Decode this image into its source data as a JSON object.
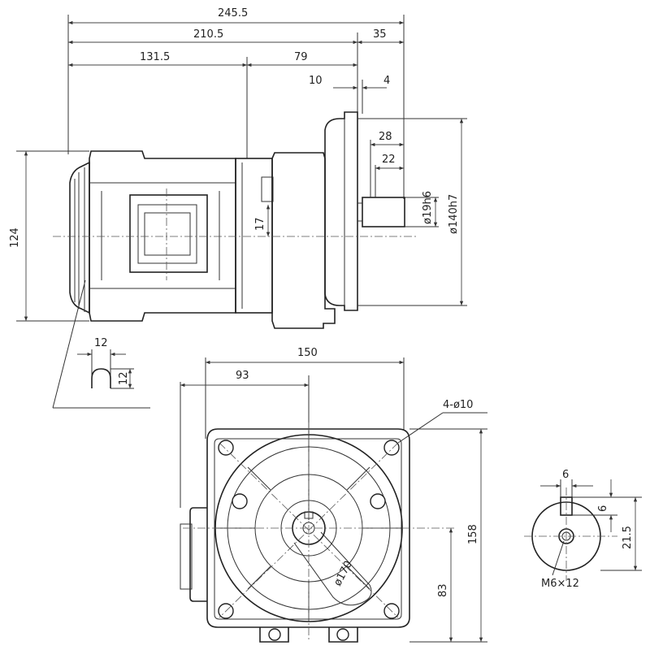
{
  "dimensions": {
    "overall_length": "245.5",
    "length_210": "210.5",
    "length_35": "35",
    "length_131": "131.5",
    "length_79": "79",
    "length_10": "10",
    "length_4": "4",
    "length_28": "28",
    "length_22": "22",
    "shaft_dia": "ø19h6",
    "pilot_dia": "ø140h7",
    "height_124": "124",
    "offset_17": "17",
    "detail_12_w": "12",
    "detail_12_h": "12",
    "flange_width": "150",
    "offset_93": "93",
    "holes": "4-ø10",
    "flange_height": "158",
    "center_height": "83",
    "pcd_dia": "ø170",
    "key_width": "6",
    "key_depth": "6",
    "shaft_height": "21.5",
    "tap": "M6×12"
  },
  "colors": {
    "line": "#222222",
    "background": "#ffffff"
  }
}
